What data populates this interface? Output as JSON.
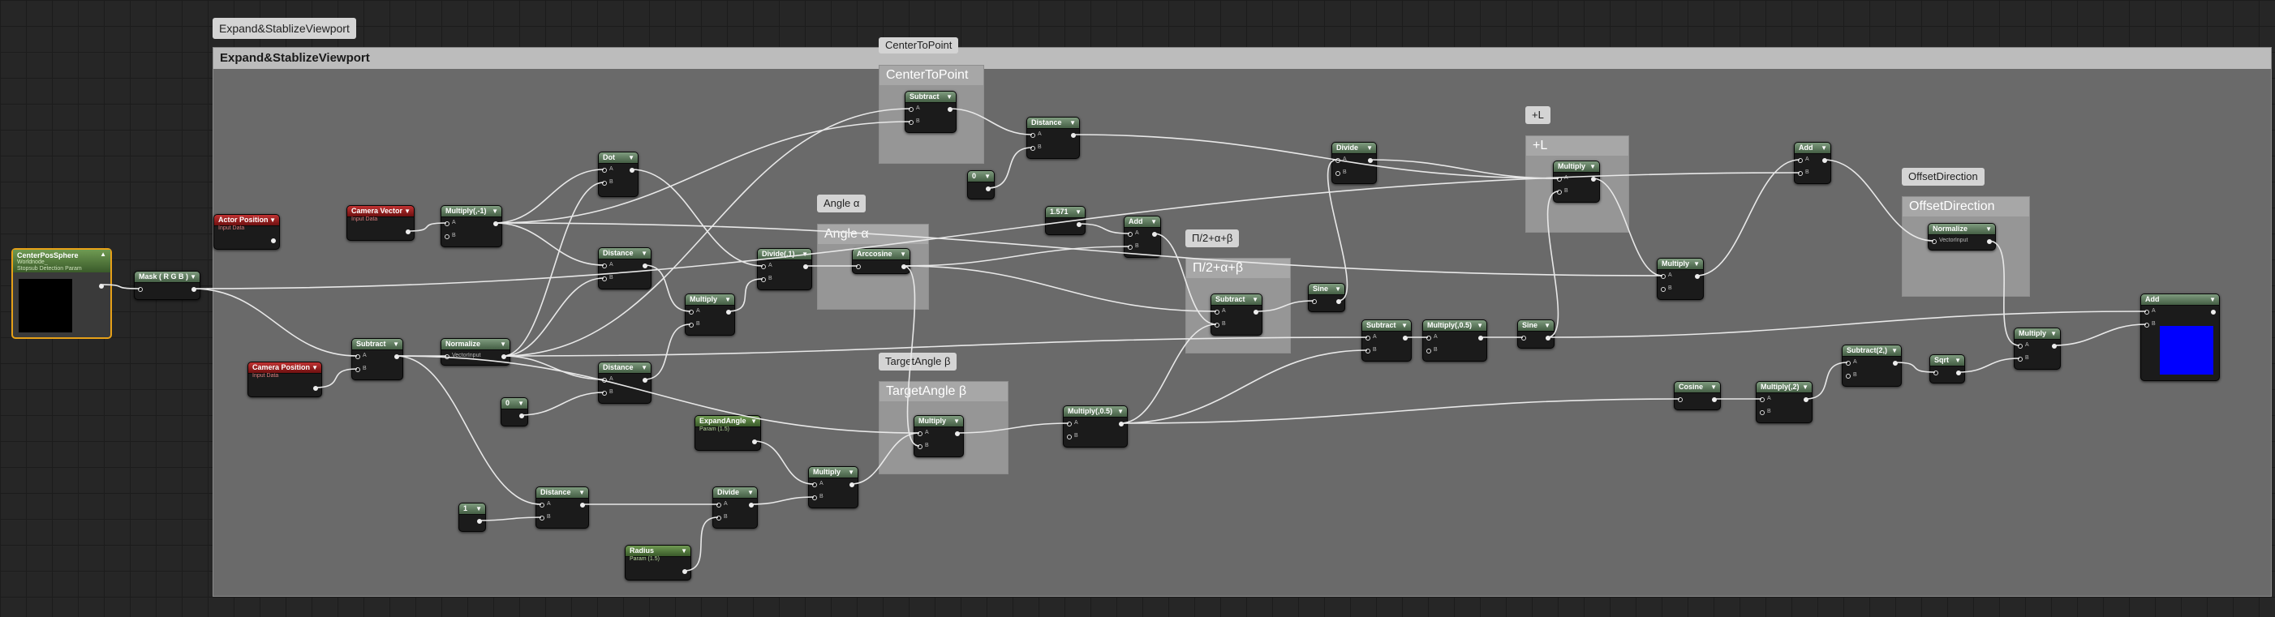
{
  "editor": {
    "main_comment": "Expand&StablizeViewport",
    "comments": {
      "center_to_point": "CenterToPoint",
      "angle_alpha": "Angle α",
      "pi_alpha_beta": "Π/2+α+β",
      "target_angle_beta": "TargetAngle β",
      "plus_l": "+L",
      "offset_direction": "OffsetDirection"
    }
  },
  "nodes": {
    "center_pos_sphere": {
      "title": "CenterPosSphere",
      "line1": "Worldnode_",
      "line2": "Stopsub Detection Param"
    },
    "mask_rgb": "Mask ( R G B )",
    "actor_position": {
      "title": "Actor Position",
      "sub": "Input Data"
    },
    "camera_vector": {
      "title": "Camera Vector",
      "sub": "Input Data"
    },
    "camera_position": {
      "title": "Camera Position",
      "sub": "Input Data"
    },
    "multiply_neg1": "Multiply(,-1)",
    "subtract_1": "Subtract",
    "normalize_1": "Normalize",
    "vector_input": "VectorInput",
    "dot": "Dot",
    "distance_1": "Distance",
    "distance_2": "Distance",
    "distance_3": "Distance",
    "const_0": "0",
    "const_1": "1",
    "multiply_a": "Multiply",
    "divide_1": "Divide(,1)",
    "arccosine": "Arccosine",
    "expand_angle": {
      "title": "ExpandAngle",
      "sub": "Param (1.5)"
    },
    "multiply_b": "Multiply",
    "radius": {
      "title": "Radius",
      "sub": "Param (1.5)"
    },
    "divide_2": "Divide",
    "subtract_center": "Subtract",
    "distance_center": "Distance",
    "const_0b": "0",
    "const_1571": "1.571",
    "add_1": "Add",
    "multiply_target": "Multiply",
    "multiply_05a": "Multiply(,0.5)",
    "subtract_pi": "Subtract",
    "sine_1": "Sine",
    "divide_3": "Divide",
    "subtract_2": "Subtract",
    "multiply_05b": "Multiply(,0.5)",
    "sine_2": "Sine",
    "multiply_l": "Multiply",
    "multiply_c": "Multiply",
    "add_2": "Add",
    "normalize_2": "Normalize",
    "vector_input_2": "VectorInput",
    "cosine": "Cosine",
    "multiply_2": "Multiply(,2)",
    "subtract_neg2": "Subtract(2,)",
    "sqrt": "Sqrt",
    "multiply_d": "Multiply",
    "add_final": "Add",
    "pin_a": "A",
    "pin_b": "B"
  }
}
